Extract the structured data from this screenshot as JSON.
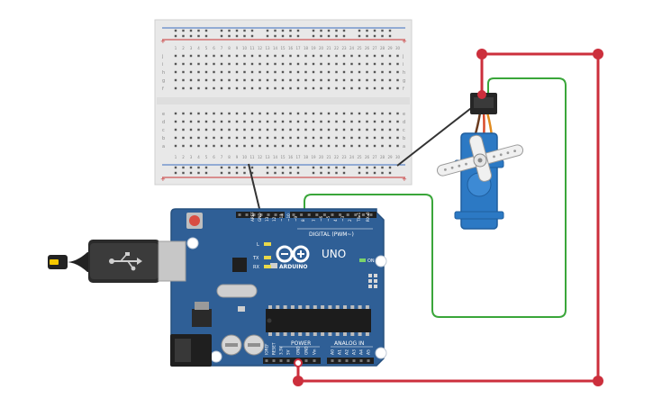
{
  "breadboard": {
    "rows_top": [
      "j",
      "i",
      "h",
      "g",
      "f"
    ],
    "rows_bottom": [
      "e",
      "d",
      "c",
      "b",
      "a"
    ],
    "columns": [
      "1",
      "2",
      "3",
      "4",
      "5",
      "6",
      "7",
      "8",
      "9",
      "10",
      "11",
      "12",
      "13",
      "14",
      "15",
      "16",
      "17",
      "18",
      "19",
      "20",
      "21",
      "22",
      "23",
      "24",
      "25",
      "26",
      "27",
      "28",
      "29",
      "30"
    ],
    "rail_plus": "+",
    "rail_minus": "-"
  },
  "arduino": {
    "logo_text": "ARDUINO",
    "model": "UNO",
    "on_label": "ON",
    "digital_label": "DIGITAL (PWM~)",
    "analog_label": "ANALOG IN",
    "power_label": "POWER",
    "led_l": "L",
    "led_tx": "TX",
    "led_rx": "RX",
    "digital_pins": [
      "AREF",
      "GND",
      "13",
      "12",
      "~11",
      "~10",
      "~9",
      "8",
      "7",
      "~6",
      "~5",
      "4",
      "~3",
      "2",
      "TX▸1",
      "RX◂0"
    ],
    "power_pins": [
      "IOREF",
      "RESET",
      "3.3V",
      "5V",
      "GND",
      "GND",
      "Vin"
    ],
    "analog_pins": [
      "A0",
      "A1",
      "A2",
      "A3",
      "A4",
      "A5"
    ]
  },
  "colors": {
    "board": "#2f5f96",
    "board_edge": "#26507f",
    "wire_red": "#cc2f3c",
    "wire_green": "#3aa63a",
    "wire_black": "#333333",
    "servo_body": "#2c79c4",
    "breadboard": "#e6e6e6"
  },
  "icons": {
    "usb": "usb-icon",
    "power_jack": "dc-jack-icon"
  }
}
